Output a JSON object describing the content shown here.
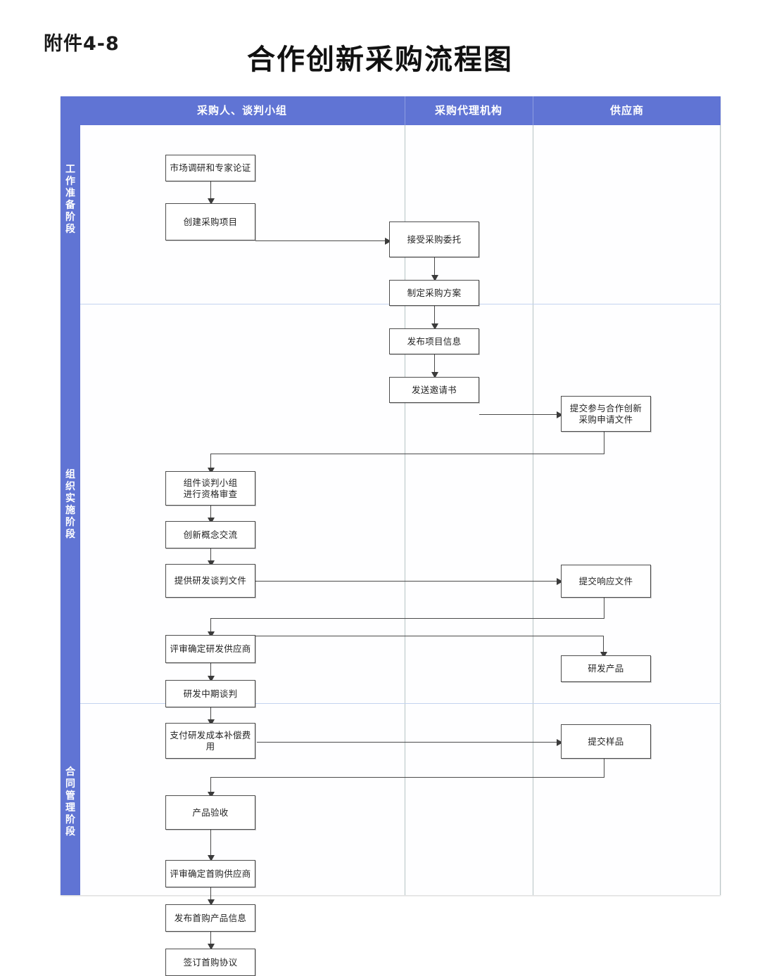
{
  "page": {
    "attachment_label": "附件4-8",
    "title": "合作创新采购流程图",
    "accent_color": "#6074d4",
    "box_border_color": "#4d4d4d",
    "connector_color": "#4a4a4a"
  },
  "diagram": {
    "type": "swimlane-flowchart",
    "columns": [
      {
        "id": "buyer",
        "label": "采购人、谈判小组"
      },
      {
        "id": "agency",
        "label": "采购代理机构"
      },
      {
        "id": "supplier",
        "label": "供应商"
      }
    ],
    "stages": [
      {
        "id": "prep",
        "label": "工作准备阶段"
      },
      {
        "id": "organize",
        "label": "组织实施阶段"
      },
      {
        "id": "contract",
        "label": "合同管理阶段"
      }
    ],
    "nodes": [
      {
        "id": "n1",
        "column": "buyer",
        "stage": "prep",
        "label": "市场调研和专家论证"
      },
      {
        "id": "n2",
        "column": "buyer",
        "stage": "prep",
        "label": "创建采购项目"
      },
      {
        "id": "n3",
        "column": "agency",
        "stage": "prep",
        "label": "接受采购委托"
      },
      {
        "id": "n4",
        "column": "agency",
        "stage": "prep",
        "label": "制定采购方案"
      },
      {
        "id": "n5",
        "column": "agency",
        "stage": "prep",
        "label": "发布项目信息"
      },
      {
        "id": "n6",
        "column": "agency",
        "stage": "organize",
        "label": "发送邀请书"
      },
      {
        "id": "n7",
        "column": "supplier",
        "stage": "organize",
        "label": "提交参与合作创新\n采购申请文件"
      },
      {
        "id": "n8",
        "column": "buyer",
        "stage": "organize",
        "label": "组件谈判小组\n进行资格审查"
      },
      {
        "id": "n9",
        "column": "buyer",
        "stage": "organize",
        "label": "创新概念交流"
      },
      {
        "id": "n10",
        "column": "buyer",
        "stage": "organize",
        "label": "提供研发谈判文件"
      },
      {
        "id": "n11",
        "column": "supplier",
        "stage": "organize",
        "label": "提交响应文件"
      },
      {
        "id": "n12",
        "column": "buyer",
        "stage": "organize",
        "label": "评审确定研发供应商"
      },
      {
        "id": "n13",
        "column": "supplier",
        "stage": "organize",
        "label": "研发产品"
      },
      {
        "id": "n14",
        "column": "buyer",
        "stage": "organize",
        "label": "研发中期谈判"
      },
      {
        "id": "n15",
        "column": "buyer",
        "stage": "organize",
        "label": "支付研发成本补偿费\n用"
      },
      {
        "id": "n16",
        "column": "supplier",
        "stage": "organize",
        "label": "提交样品"
      },
      {
        "id": "n17",
        "column": "buyer",
        "stage": "organize",
        "label": "产品验收"
      },
      {
        "id": "n18",
        "column": "buyer",
        "stage": "contract",
        "label": "评审确定首购供应商"
      },
      {
        "id": "n19",
        "column": "buyer",
        "stage": "contract",
        "label": "发布首购产品信息"
      },
      {
        "id": "n20",
        "column": "buyer",
        "stage": "contract",
        "label": "签订首购协议"
      }
    ],
    "edges": [
      {
        "from": "n1",
        "to": "n2"
      },
      {
        "from": "n2",
        "to": "n3"
      },
      {
        "from": "n3",
        "to": "n4"
      },
      {
        "from": "n4",
        "to": "n5"
      },
      {
        "from": "n5",
        "to": "n6"
      },
      {
        "from": "n6",
        "to": "n7"
      },
      {
        "from": "n7",
        "to": "n8"
      },
      {
        "from": "n8",
        "to": "n9"
      },
      {
        "from": "n9",
        "to": "n10"
      },
      {
        "from": "n10",
        "to": "n11"
      },
      {
        "from": "n11",
        "to": "n12"
      },
      {
        "from": "n12",
        "to": "n13"
      },
      {
        "from": "n13",
        "to": "n14"
      },
      {
        "from": "n14",
        "to": "n15"
      },
      {
        "from": "n15",
        "to": "n16"
      },
      {
        "from": "n16",
        "to": "n17"
      },
      {
        "from": "n17",
        "to": "n18"
      },
      {
        "from": "n18",
        "to": "n19"
      },
      {
        "from": "n19",
        "to": "n20"
      }
    ]
  }
}
